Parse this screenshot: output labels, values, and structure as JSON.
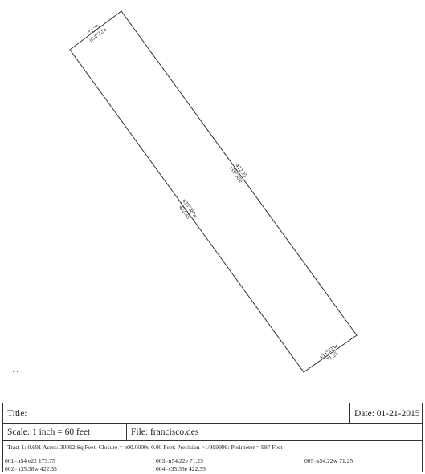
{
  "plat": {
    "top_call": {
      "distance": "71.25",
      "bearing": "n54°22'e"
    },
    "right_call": {
      "distance": "422.35",
      "bearing": "s35°38'e"
    },
    "left_call": {
      "distance": "422.35",
      "bearing": "n35°38'w"
    },
    "bottom_call": {
      "distance": "71.25",
      "bearing": "s54°22'w"
    }
  },
  "title_block": {
    "title_label": "Title:",
    "date": "Date: 01-21-2015",
    "scale": "Scale: 1 inch = 60 feet",
    "file": "File: francisco.des",
    "tract_summary": "Tract 1:  0.691 Acres: 30092 Sq Feet: Closure = n00.0000e 0.00 Feet:  Precision >1/999999:  Perimeter = 987 Feet",
    "courses": [
      {
        "id": "001",
        "text": "001=n54 e22 173.75"
      },
      {
        "id": "002",
        "text": "002=n35.38w 422.35"
      },
      {
        "id": "003",
        "text": "003=n54.22e 71.25"
      },
      {
        "id": "004",
        "text": "004=s35.38e 422.35"
      },
      {
        "id": "005",
        "text": "005=s54.22w 71.25"
      }
    ]
  }
}
